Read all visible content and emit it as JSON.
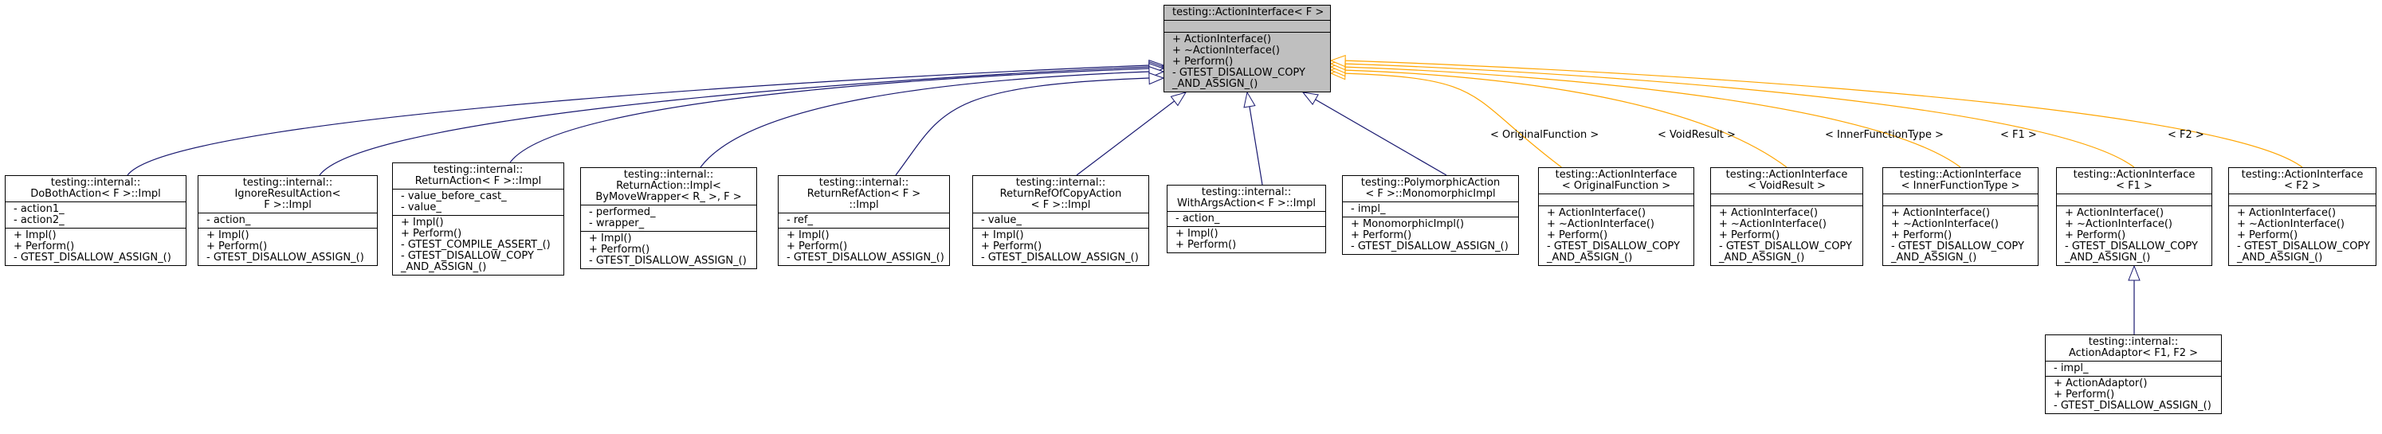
{
  "diagram": {
    "base": {
      "title": [
        "testing::ActionInterface< F >"
      ],
      "attrs": [],
      "methods": [
        "+ ActionInterface()",
        "+ ~ActionInterface()",
        "+ Perform()",
        "- GTEST_DISALLOW_COPY",
        "_AND_ASSIGN_()"
      ]
    },
    "derived": [
      {
        "title": [
          "testing::internal::",
          "DoBothAction< F >::Impl"
        ],
        "attrs": [
          "- action1_",
          "- action2_"
        ],
        "methods": [
          "+ Impl()",
          "+ Perform()",
          "- GTEST_DISALLOW_ASSIGN_()"
        ]
      },
      {
        "title": [
          "testing::internal::",
          "IgnoreResultAction<",
          "F >::Impl"
        ],
        "attrs": [
          "- action_"
        ],
        "methods": [
          "+ Impl()",
          "+ Perform()",
          "- GTEST_DISALLOW_ASSIGN_()"
        ]
      },
      {
        "title": [
          "testing::internal::",
          "ReturnAction< F >::Impl"
        ],
        "attrs": [
          "- value_before_cast_",
          "- value_"
        ],
        "methods": [
          "+ Impl()",
          "+ Perform()",
          "- GTEST_COMPILE_ASSERT_()",
          "- GTEST_DISALLOW_COPY",
          "_AND_ASSIGN_()"
        ]
      },
      {
        "title": [
          "testing::internal::",
          "ReturnAction::Impl<",
          "ByMoveWrapper< R_ >, F >"
        ],
        "attrs": [
          "- performed_",
          "- wrapper_"
        ],
        "methods": [
          "+ Impl()",
          "+ Perform()",
          "- GTEST_DISALLOW_ASSIGN_()"
        ]
      },
      {
        "title": [
          "testing::internal::",
          "ReturnRefAction< F >",
          "::Impl"
        ],
        "attrs": [
          "- ref_"
        ],
        "methods": [
          "+ Impl()",
          "+ Perform()",
          "- GTEST_DISALLOW_ASSIGN_()"
        ]
      },
      {
        "title": [
          "testing::internal::",
          "ReturnRefOfCopyAction",
          "< F >::Impl"
        ],
        "attrs": [
          "- value_"
        ],
        "methods": [
          "+ Impl()",
          "+ Perform()",
          "- GTEST_DISALLOW_ASSIGN_()"
        ]
      },
      {
        "title": [
          "testing::internal::",
          "WithArgsAction< F >::Impl"
        ],
        "attrs": [
          "- action_"
        ],
        "methods": [
          "+ Impl()",
          "+ Perform()"
        ]
      },
      {
        "title": [
          "testing::PolymorphicAction",
          "< F >::MonomorphicImpl"
        ],
        "attrs": [
          "- impl_"
        ],
        "methods": [
          "+ MonomorphicImpl()",
          "+ Perform()",
          "- GTEST_DISALLOW_ASSIGN_()"
        ]
      }
    ],
    "instances": [
      {
        "title": [
          "testing::ActionInterface",
          "< OriginalFunction >"
        ],
        "attrs": [],
        "methods": [
          "+ ActionInterface()",
          "+ ~ActionInterface()",
          "+ Perform()",
          "- GTEST_DISALLOW_COPY",
          "_AND_ASSIGN_()"
        ],
        "edge_label": "< OriginalFunction >"
      },
      {
        "title": [
          "testing::ActionInterface",
          "< VoidResult >"
        ],
        "attrs": [],
        "methods": [
          "+ ActionInterface()",
          "+ ~ActionInterface()",
          "+ Perform()",
          "- GTEST_DISALLOW_COPY",
          "_AND_ASSIGN_()"
        ],
        "edge_label": "< VoidResult >"
      },
      {
        "title": [
          "testing::ActionInterface",
          "< InnerFunctionType >"
        ],
        "attrs": [],
        "methods": [
          "+ ActionInterface()",
          "+ ~ActionInterface()",
          "+ Perform()",
          "- GTEST_DISALLOW_COPY",
          "_AND_ASSIGN_()"
        ],
        "edge_label": "< InnerFunctionType >"
      },
      {
        "title": [
          "testing::ActionInterface",
          "< F1 >"
        ],
        "attrs": [],
        "methods": [
          "+ ActionInterface()",
          "+ ~ActionInterface()",
          "+ Perform()",
          "- GTEST_DISALLOW_COPY",
          "_AND_ASSIGN_()"
        ],
        "edge_label": "< F1 >"
      },
      {
        "title": [
          "testing::ActionInterface",
          "< F2 >"
        ],
        "attrs": [],
        "methods": [
          "+ ActionInterface()",
          "+ ~ActionInterface()",
          "+ Perform()",
          "- GTEST_DISALLOW_COPY",
          "_AND_ASSIGN_()"
        ],
        "edge_label": "< F2 >"
      }
    ],
    "adaptor": {
      "title": [
        "testing::internal::",
        "ActionAdaptor< F1, F2 >"
      ],
      "attrs": [
        "- impl_"
      ],
      "methods": [
        "+ ActionAdaptor()",
        "+ Perform()",
        "- GTEST_DISALLOW_ASSIGN_()"
      ]
    },
    "colors": {
      "inheritance": "#191970",
      "template": "#ffa500",
      "focus_fill": "#bfbfbf"
    }
  }
}
